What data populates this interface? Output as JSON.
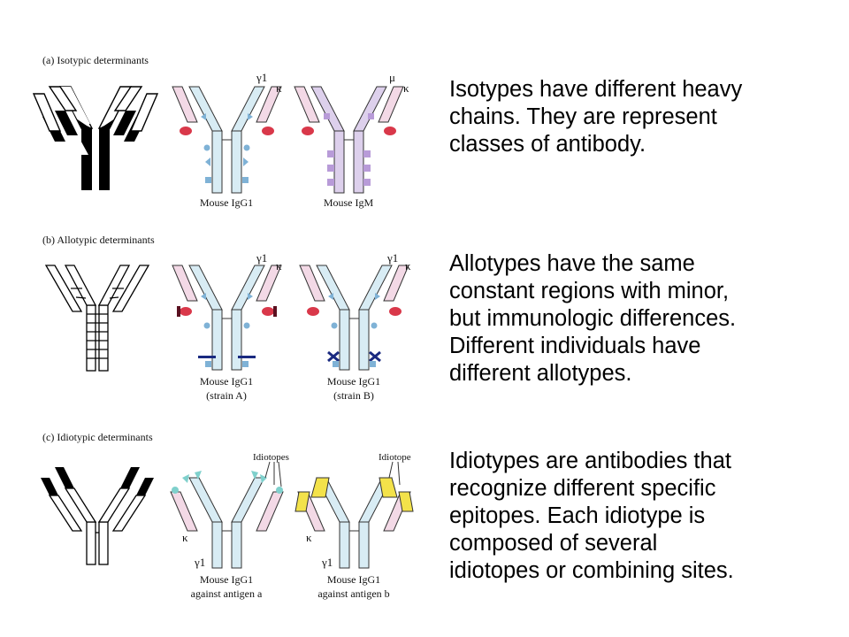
{
  "figure": {
    "panels": [
      {
        "heading": "(a) Isotypic determinants",
        "captions": [
          {
            "lines": [
              "Mouse IgG1"
            ]
          },
          {
            "lines": [
              "Mouse IgM"
            ]
          }
        ],
        "chain_labels": [
          "γ1",
          "κ",
          "μ",
          "κ"
        ]
      },
      {
        "heading": "(b) Allotypic determinants",
        "captions": [
          {
            "lines": [
              "Mouse IgG1",
              "(strain A)"
            ]
          },
          {
            "lines": [
              "Mouse IgG1",
              "(strain B)"
            ]
          }
        ],
        "chain_labels": [
          "γ1",
          "κ",
          "γ1",
          "κ"
        ]
      },
      {
        "heading": "(c) Idiotypic determinants",
        "captions": [
          {
            "lines": [
              "Mouse IgG1",
              "against antigen a"
            ]
          },
          {
            "lines": [
              "Mouse IgG1",
              "against antigen b"
            ]
          }
        ],
        "chain_labels": [
          "κ",
          "γ1",
          "κ",
          "γ1"
        ],
        "callouts": [
          "Idiotopes",
          "Idiotope"
        ]
      }
    ],
    "colors": {
      "heavy_chain": "#d8ecf4",
      "light_chain": "#f3d9e6",
      "igm_heavy": "#ddd0ec",
      "isotype_marker": "#d9384a",
      "allotype_dark": "#1a2a80",
      "idiotype_yellow": "#f3e24a",
      "idiotype_cyan": "#7fd0cc"
    }
  },
  "text_blocks": [
    {
      "lines": [
        "Isotypes have different heavy",
        "chains.  They are represent",
        "classes of antibody."
      ]
    },
    {
      "lines": [
        "Allotypes have the same",
        "constant regions with minor,",
        "but immunologic differences.",
        "Different individuals have",
        "different allotypes."
      ]
    },
    {
      "lines": [
        "Idiotypes are antibodies that",
        "recognize different specific",
        "epitopes.  Each idiotype is",
        "composed of several",
        "idiotopes or combining sites."
      ]
    }
  ]
}
